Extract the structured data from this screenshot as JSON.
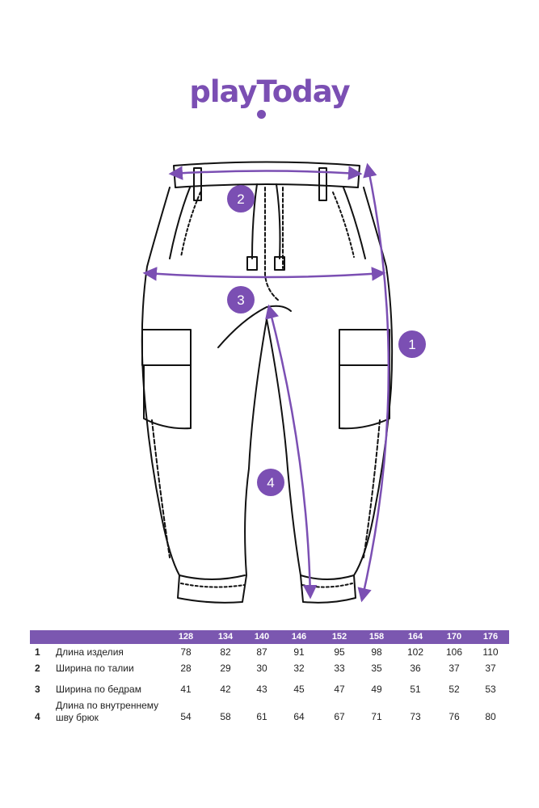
{
  "brand": {
    "logo_text": "playToday",
    "accent": "#7b4fb3",
    "header_fill": "#7b57b0"
  },
  "badges": [
    {
      "label": "1"
    },
    {
      "label": "2"
    },
    {
      "label": "3"
    },
    {
      "label": "4"
    }
  ],
  "size_table": {
    "sizes": [
      "128",
      "134",
      "140",
      "146",
      "152",
      "158",
      "164",
      "170",
      "176"
    ],
    "rows": [
      {
        "num": "1",
        "label": "Длина изделия",
        "values": [
          "78",
          "82",
          "87",
          "91",
          "95",
          "98",
          "102",
          "106",
          "110"
        ]
      },
      {
        "num": "2",
        "label": "Ширина по талии",
        "values": [
          "28",
          "29",
          "30",
          "32",
          "33",
          "35",
          "36",
          "37",
          "37"
        ]
      },
      {
        "num": "3",
        "label": "Ширина по бедрам",
        "values": [
          "41",
          "42",
          "43",
          "45",
          "47",
          "49",
          "51",
          "52",
          "53"
        ]
      },
      {
        "num": "4",
        "label": "Длина по внутреннему шву брюк",
        "values": [
          "54",
          "58",
          "61",
          "64",
          "67",
          "71",
          "73",
          "76",
          "80"
        ]
      }
    ]
  }
}
